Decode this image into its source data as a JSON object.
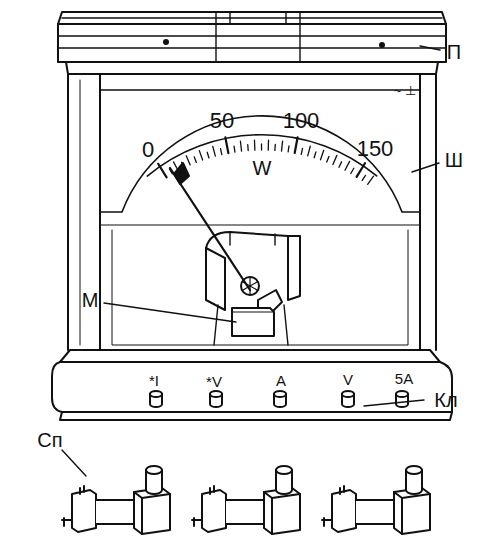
{
  "diagram": {
    "labels": [
      "П",
      "~ ⊥",
      "0",
      "50",
      "100",
      "150",
      "W",
      "Ш",
      "М",
      "*I",
      "*V",
      "A",
      "V",
      "5A",
      "Кл",
      "Сп"
    ]
  }
}
